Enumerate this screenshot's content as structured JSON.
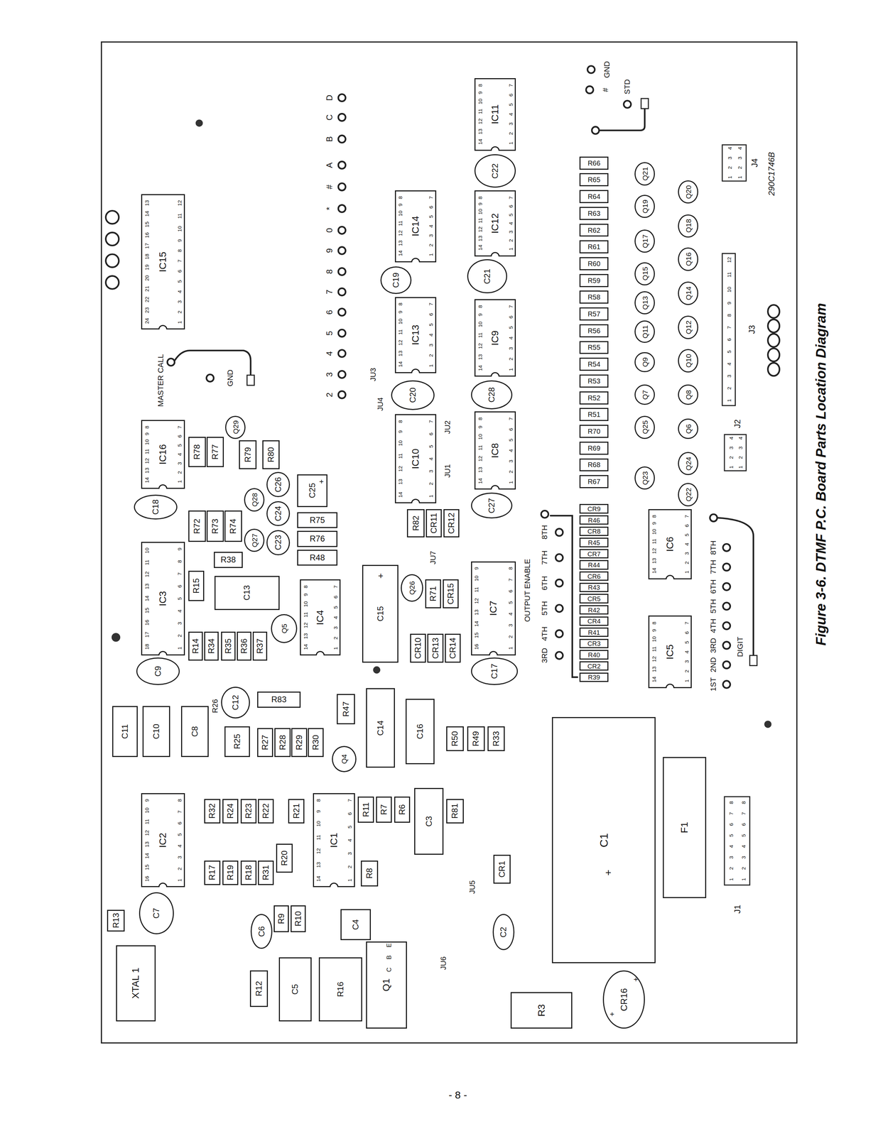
{
  "diagram": {
    "caption": "Figure 3-6. DTMF P.C. Board Parts Location Diagram",
    "nodes": [
      {
        "text": [
          "XTAL 1"
        ]
      },
      {
        "text": [
          "R13"
        ]
      },
      {
        "text": [
          "C7"
        ]
      },
      {
        "text": [
          "C11"
        ]
      },
      {
        "text": [
          "C10"
        ]
      },
      {
        "text": [
          "IC2"
        ]
      },
      {
        "text": [
          "C8"
        ]
      },
      {
        "text": [
          "R32"
        ]
      },
      {
        "text": [
          "R24"
        ]
      },
      {
        "text": [
          "R23"
        ]
      },
      {
        "text": [
          "R22"
        ]
      },
      {
        "text": [
          "R21"
        ]
      },
      {
        "text": [
          "R17"
        ]
      },
      {
        "text": [
          "R19"
        ]
      },
      {
        "text": [
          "R18"
        ]
      },
      {
        "text": [
          "R31"
        ]
      },
      {
        "text": [
          "R20"
        ]
      },
      {
        "text": [
          "IC1"
        ]
      },
      {
        "text": [
          "R11"
        ]
      },
      {
        "text": [
          "R7"
        ]
      },
      {
        "text": [
          "R6"
        ]
      },
      {
        "text": [
          "R8"
        ]
      },
      {
        "text": [
          "C3"
        ]
      },
      {
        "text": [
          "R81"
        ]
      },
      {
        "text": [
          "C6"
        ]
      },
      {
        "text": [
          "R9"
        ]
      },
      {
        "text": [
          "R10"
        ]
      },
      {
        "text": [
          "C4"
        ]
      },
      {
        "text": [
          "R12"
        ]
      },
      {
        "text": [
          "C5"
        ]
      },
      {
        "text": [
          "R16"
        ]
      },
      {
        "text": [
          "Q1"
        ]
      },
      {
        "text": [
          "C2"
        ]
      },
      {
        "text": [
          "CR1"
        ]
      },
      {
        "text": [
          "R3"
        ]
      },
      {
        "text": [
          "C1"
        ]
      },
      {
        "text": [
          "CR16"
        ]
      },
      {
        "text": [
          "F1"
        ]
      },
      {
        "text": [
          "C12"
        ]
      },
      {
        "text": [
          "R25"
        ]
      },
      {
        "text": [
          "R27"
        ]
      },
      {
        "text": [
          "R28"
        ]
      },
      {
        "text": [
          "R29"
        ]
      },
      {
        "text": [
          "R30"
        ]
      },
      {
        "text": [
          "R83"
        ]
      },
      {
        "text": [
          "Q4"
        ]
      },
      {
        "text": [
          "R47"
        ]
      },
      {
        "text": [
          "C14"
        ]
      },
      {
        "text": [
          "C16"
        ]
      },
      {
        "text": [
          "R50"
        ]
      },
      {
        "text": [
          "R49"
        ]
      },
      {
        "text": [
          "R33"
        ]
      },
      {
        "text": [
          "C9"
        ]
      },
      {
        "text": [
          "IC3"
        ]
      },
      {
        "text": [
          "R14"
        ]
      },
      {
        "text": [
          "R34"
        ]
      },
      {
        "text": [
          "R35"
        ]
      },
      {
        "text": [
          "R36"
        ]
      },
      {
        "text": [
          "R37"
        ]
      },
      {
        "text": [
          "R15"
        ]
      },
      {
        "text": [
          "C13"
        ]
      },
      {
        "text": [
          "Q5"
        ]
      },
      {
        "text": [
          "R38"
        ]
      },
      {
        "text": [
          "IC4"
        ]
      },
      {
        "text": [
          "C15"
        ]
      },
      {
        "text": [
          "Q26"
        ]
      },
      {
        "text": [
          "R71"
        ]
      },
      {
        "text": [
          "CR15"
        ]
      },
      {
        "text": [
          "CR10"
        ]
      },
      {
        "text": [
          "CR13"
        ]
      },
      {
        "text": [
          "CR14"
        ]
      },
      {
        "text": [
          "IC7"
        ]
      },
      {
        "text": [
          "C17"
        ]
      },
      {
        "text": [
          "C18"
        ]
      },
      {
        "text": [
          "IC16"
        ]
      },
      {
        "text": [
          "R72"
        ]
      },
      {
        "text": [
          "R73"
        ]
      },
      {
        "text": [
          "R74"
        ]
      },
      {
        "text": [
          "R78"
        ]
      },
      {
        "text": [
          "R77"
        ]
      },
      {
        "text": [
          "Q29"
        ]
      },
      {
        "text": [
          "R79"
        ]
      },
      {
        "text": [
          "R80"
        ]
      },
      {
        "text": [
          "Q28"
        ]
      },
      {
        "text": [
          "Q27"
        ]
      },
      {
        "text": [
          "C26"
        ]
      },
      {
        "text": [
          "C24"
        ]
      },
      {
        "text": [
          "C23"
        ]
      },
      {
        "text": [
          "C25"
        ]
      },
      {
        "text": [
          "R75"
        ]
      },
      {
        "text": [
          "R76"
        ]
      },
      {
        "text": [
          "R48"
        ]
      },
      {
        "text": [
          "IC15"
        ]
      },
      {
        "text": [
          "IC10"
        ]
      },
      {
        "text": [
          "C20"
        ]
      },
      {
        "text": [
          "IC13"
        ]
      },
      {
        "text": [
          "C19"
        ]
      },
      {
        "text": [
          "IC14"
        ]
      },
      {
        "text": [
          "R82"
        ]
      },
      {
        "text": [
          "CR11"
        ]
      },
      {
        "text": [
          "CR12"
        ]
      },
      {
        "text": [
          "C27"
        ]
      },
      {
        "text": [
          "IC8"
        ]
      },
      {
        "text": [
          "C28"
        ]
      },
      {
        "text": [
          "IC9"
        ]
      },
      {
        "text": [
          "C21"
        ]
      },
      {
        "text": [
          "IC12"
        ]
      },
      {
        "text": [
          "C22"
        ]
      },
      {
        "text": [
          "IC11"
        ]
      },
      {
        "text": [
          "R39"
        ]
      },
      {
        "text": [
          "CR2"
        ]
      },
      {
        "text": [
          "R40"
        ]
      },
      {
        "text": [
          "CR3"
        ]
      },
      {
        "text": [
          "R41"
        ]
      },
      {
        "text": [
          "CR4"
        ]
      },
      {
        "text": [
          "R42"
        ]
      },
      {
        "text": [
          "CR5"
        ]
      },
      {
        "text": [
          "R43"
        ]
      },
      {
        "text": [
          "CR6"
        ]
      },
      {
        "text": [
          "R44"
        ]
      },
      {
        "text": [
          "CR7"
        ]
      },
      {
        "text": [
          "R45"
        ]
      },
      {
        "text": [
          "CR8"
        ]
      },
      {
        "text": [
          "R46"
        ]
      },
      {
        "text": [
          "CR9"
        ]
      },
      {
        "text": [
          "R67"
        ]
      },
      {
        "text": [
          "R68"
        ]
      },
      {
        "text": [
          "R69"
        ]
      },
      {
        "text": [
          "R70"
        ]
      },
      {
        "text": [
          "R51"
        ]
      },
      {
        "text": [
          "R52"
        ]
      },
      {
        "text": [
          "R53"
        ]
      },
      {
        "text": [
          "R54"
        ]
      },
      {
        "text": [
          "R55"
        ]
      },
      {
        "text": [
          "R56"
        ]
      },
      {
        "text": [
          "R57"
        ]
      },
      {
        "text": [
          "R58"
        ]
      },
      {
        "text": [
          "R59"
        ]
      },
      {
        "text": [
          "R60"
        ]
      },
      {
        "text": [
          "R61"
        ]
      },
      {
        "text": [
          "R62"
        ]
      },
      {
        "text": [
          "R63"
        ]
      },
      {
        "text": [
          "R64"
        ]
      },
      {
        "text": [
          "R65"
        ]
      },
      {
        "text": [
          "R66"
        ]
      },
      {
        "text": [
          "IC6"
        ]
      },
      {
        "text": [
          "IC5"
        ]
      },
      {
        "text": [
          "Q23"
        ]
      },
      {
        "text": [
          "Q25"
        ]
      },
      {
        "text": [
          "Q7"
        ]
      },
      {
        "text": [
          "Q9"
        ]
      },
      {
        "text": [
          "Q11"
        ]
      },
      {
        "text": [
          "Q13"
        ]
      },
      {
        "text": [
          "Q15"
        ]
      },
      {
        "text": [
          "Q17"
        ]
      },
      {
        "text": [
          "Q19"
        ]
      },
      {
        "text": [
          "Q21"
        ]
      },
      {
        "text": [
          "Q22"
        ]
      },
      {
        "text": [
          "Q24"
        ]
      },
      {
        "text": [
          "Q6"
        ]
      },
      {
        "text": [
          "Q8"
        ]
      },
      {
        "text": [
          "Q10"
        ]
      },
      {
        "text": [
          "Q12"
        ]
      },
      {
        "text": [
          "Q14"
        ]
      },
      {
        "text": [
          "Q16"
        ]
      },
      {
        "text": [
          "Q18"
        ]
      },
      {
        "text": [
          "Q20"
        ]
      }
    ],
    "labels": [
      "R26",
      "E",
      "B",
      "C",
      "JU6",
      "JU5",
      "MASTER CALL",
      "GND",
      "JU4",
      "JU3",
      "JU2",
      "JU1",
      "JU7",
      "D",
      "C",
      "B",
      "A",
      "#",
      "*",
      "0",
      "9",
      "8",
      "7",
      "6",
      "5",
      "4",
      "3",
      "2",
      "GND",
      "#",
      "STD",
      "OUTPUT ENABLE",
      "3RD",
      "4TH",
      "5TH",
      "6TH",
      "7TH",
      "8TH",
      "DIGIT",
      "1ST",
      "2ND",
      "3RD",
      "4TH",
      "5TH",
      "6TH",
      "7TH",
      "8TH",
      "J1",
      "J2",
      "J3",
      "J4",
      "1 2 3 4 5 6 7 8",
      "1 2 3 4 5 6 7 8",
      "1 2 3 4",
      "1 2 3 4",
      "1 2 3 4 5 6 7 8 9 10 11 12",
      "1 2 3 4",
      "1 2 3 4",
      "290C1746B",
      "+",
      "+",
      "+",
      "+",
      "+",
      "- 8 -",
      "16 15 14 13 12 11 10 9",
      "1 2 3 4 5 6 7 8",
      "14 13 12 11 10 9 8",
      "1 2 3 4 5 6 7",
      "18 17 16 15 14 13 12 11 10",
      "1 2 3 4 5 6 7 8 9",
      "14 13 12 11 10 9 8",
      "1 2 3 4 5 6 7",
      "16 15 14 13 12 11 10 9",
      "1 2 3 4 5 6 7 8",
      "14 13 12 11 10 9 8",
      "1 2 3 4 5 6 7",
      "24 23 22 21 20 19 18 17 16 15 14 13",
      "1 2 3 4 5 6 7 8 9 10 11 12",
      "14 13 12 11 10 9 8",
      "1 2 3 4 5 6 7",
      "14 13 12 11 10 9 8",
      "1 2 3 4 5 6 7",
      "14 13 12 11 10 9 8",
      "1 2 3 4 5 6 7",
      "14 13 12 11 10 9 8",
      "1 2 3 4 5 6 7",
      "14 13 12 11 10 9 8",
      "1 2 3 4 5 6 7",
      "14 13 12 11 10 9 8",
      "1 2 3 4 5 6 7",
      "14 13 12 11 10 9 8",
      "1 2 3 4 5 6 7",
      "14 13 12 11 10 9 8",
      "1 2 3 4 5 6 7",
      "14 13 12 11 10 9 8",
      "1 2 3 4 5 6 7"
    ]
  }
}
